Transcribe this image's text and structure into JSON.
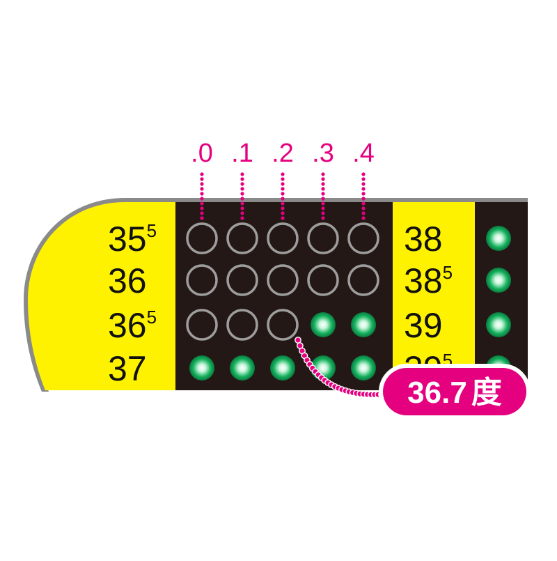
{
  "decimal_labels": [
    ".0",
    ".1",
    ".2",
    ".3",
    ".4"
  ],
  "left_scale": [
    {
      "main": "35",
      "sup": "5"
    },
    {
      "main": "36",
      "sup": ""
    },
    {
      "main": "36",
      "sup": "5"
    },
    {
      "main": "37",
      "sup": ""
    }
  ],
  "right_scale": [
    {
      "main": "38",
      "sup": ""
    },
    {
      "main": "38",
      "sup": "5"
    },
    {
      "main": "39",
      "sup": ""
    },
    {
      "main": "39",
      "sup": "5"
    }
  ],
  "dot_states": [
    [
      0,
      0,
      0,
      0,
      0
    ],
    [
      0,
      0,
      0,
      0,
      0
    ],
    [
      0,
      0,
      0,
      1,
      1
    ],
    [
      1,
      1,
      1,
      1,
      1
    ]
  ],
  "reading": {
    "value": "36.7",
    "unit": "度"
  },
  "colors": {
    "yellow": "#fff200",
    "panel": "#231815",
    "outline": "#8a8a8a",
    "magenta": "#e4007f",
    "led_on": "#0fa35a",
    "led_off_ring": "#9d9d9d"
  }
}
